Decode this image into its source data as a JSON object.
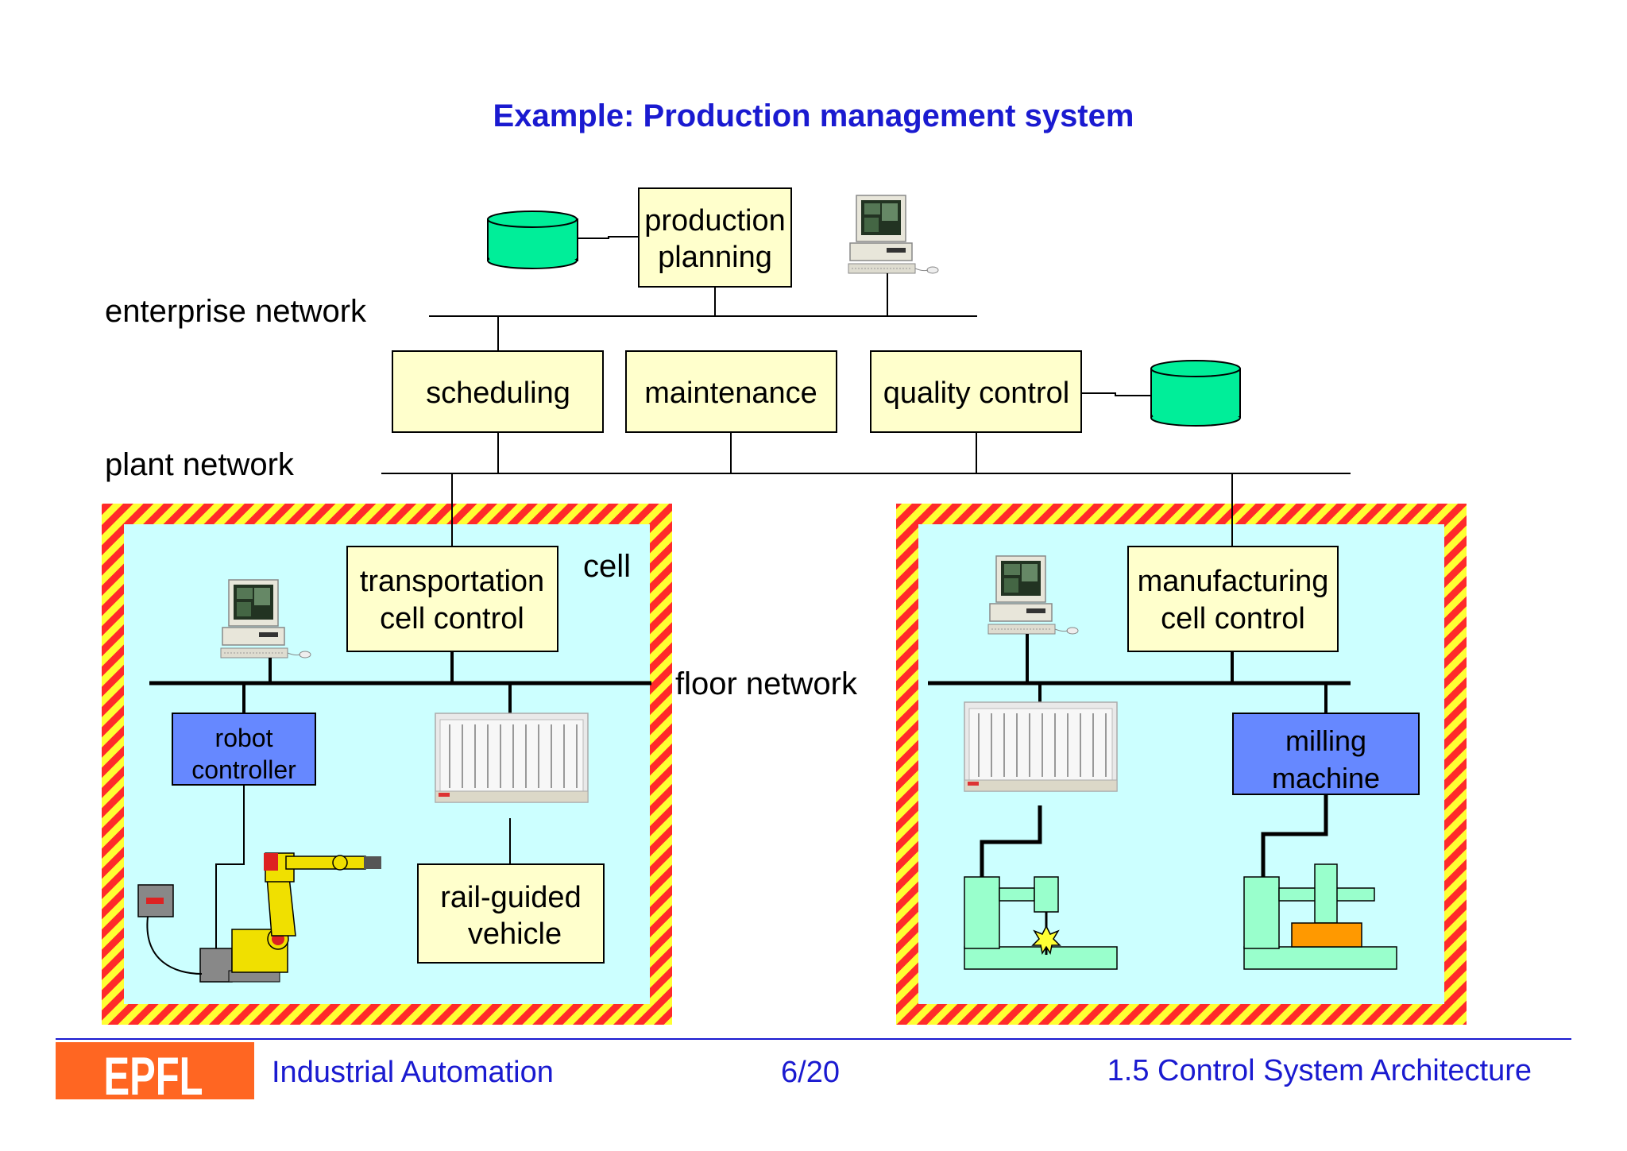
{
  "title": "Example: Production management system",
  "networks": {
    "enterprise": "enterprise network",
    "plant": "plant network",
    "floor": "floor network"
  },
  "boxes": {
    "production_planning": [
      "production",
      "planning"
    ],
    "scheduling": "scheduling",
    "maintenance": "maintenance",
    "quality_control": "quality control",
    "transportation": [
      "transportation",
      "cell control"
    ],
    "manufacturing": [
      "manufacturing",
      "cell control"
    ],
    "robot_controller": [
      "robot",
      "controller"
    ],
    "rail_guided": [
      "rail-guided",
      "vehicle"
    ],
    "milling_machine": [
      "milling",
      "machine"
    ]
  },
  "cell_label": "cell",
  "footer": {
    "left": "Industrial Automation",
    "page": "6/20",
    "right": "1.5 Control System Architecture",
    "logo_text": "EPFL"
  },
  "colors": {
    "title": "#1a1ad0",
    "footer_text": "#1a1ad0",
    "box_fill": "#ffffcc",
    "blue_box": "#6688ff",
    "cell_fill": "#ccffff",
    "db_fill": "#00ee99",
    "hatch_red": "#ff2a2a",
    "hatch_yellow": "#ffff33",
    "logo": "#ff6622"
  }
}
